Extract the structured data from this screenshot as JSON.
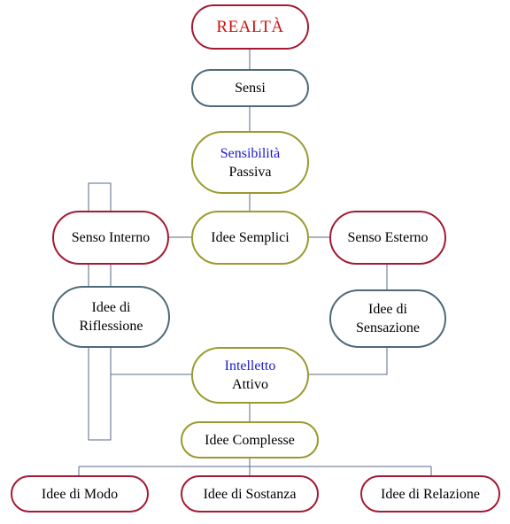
{
  "diagram": {
    "nodes": {
      "realta": {
        "label": "REALTÀ"
      },
      "sensi": {
        "label": "Sensi"
      },
      "sensibilita": {
        "line1": "Sensibilità",
        "line2": "Passiva"
      },
      "senso_interno": {
        "label": "Senso Interno"
      },
      "idee_semplici": {
        "label": "Idee Semplici"
      },
      "senso_esterno": {
        "label": "Senso Esterno"
      },
      "idee_riflessione": {
        "line1": "Idee di",
        "line2": "Riflessione"
      },
      "idee_sensazione": {
        "line1": "Idee di",
        "line2": "Sensazione"
      },
      "intelletto": {
        "line1": "Intelletto",
        "line2": "Attivo"
      },
      "idee_complesse": {
        "label": "Idee Complesse"
      },
      "idee_modo": {
        "label": "Idee di Modo"
      },
      "idee_sostanza": {
        "label": "Idee di Sostanza"
      },
      "idee_relazione": {
        "label": "Idee di Relazione"
      }
    },
    "colors": {
      "red_border": "#a31a32",
      "slate_border": "#4e6a78",
      "olive_border": "#9a9a2e",
      "red_text": "#cc1111",
      "blue_text": "#1a1ad0",
      "connector": "#5a6a8a"
    }
  }
}
